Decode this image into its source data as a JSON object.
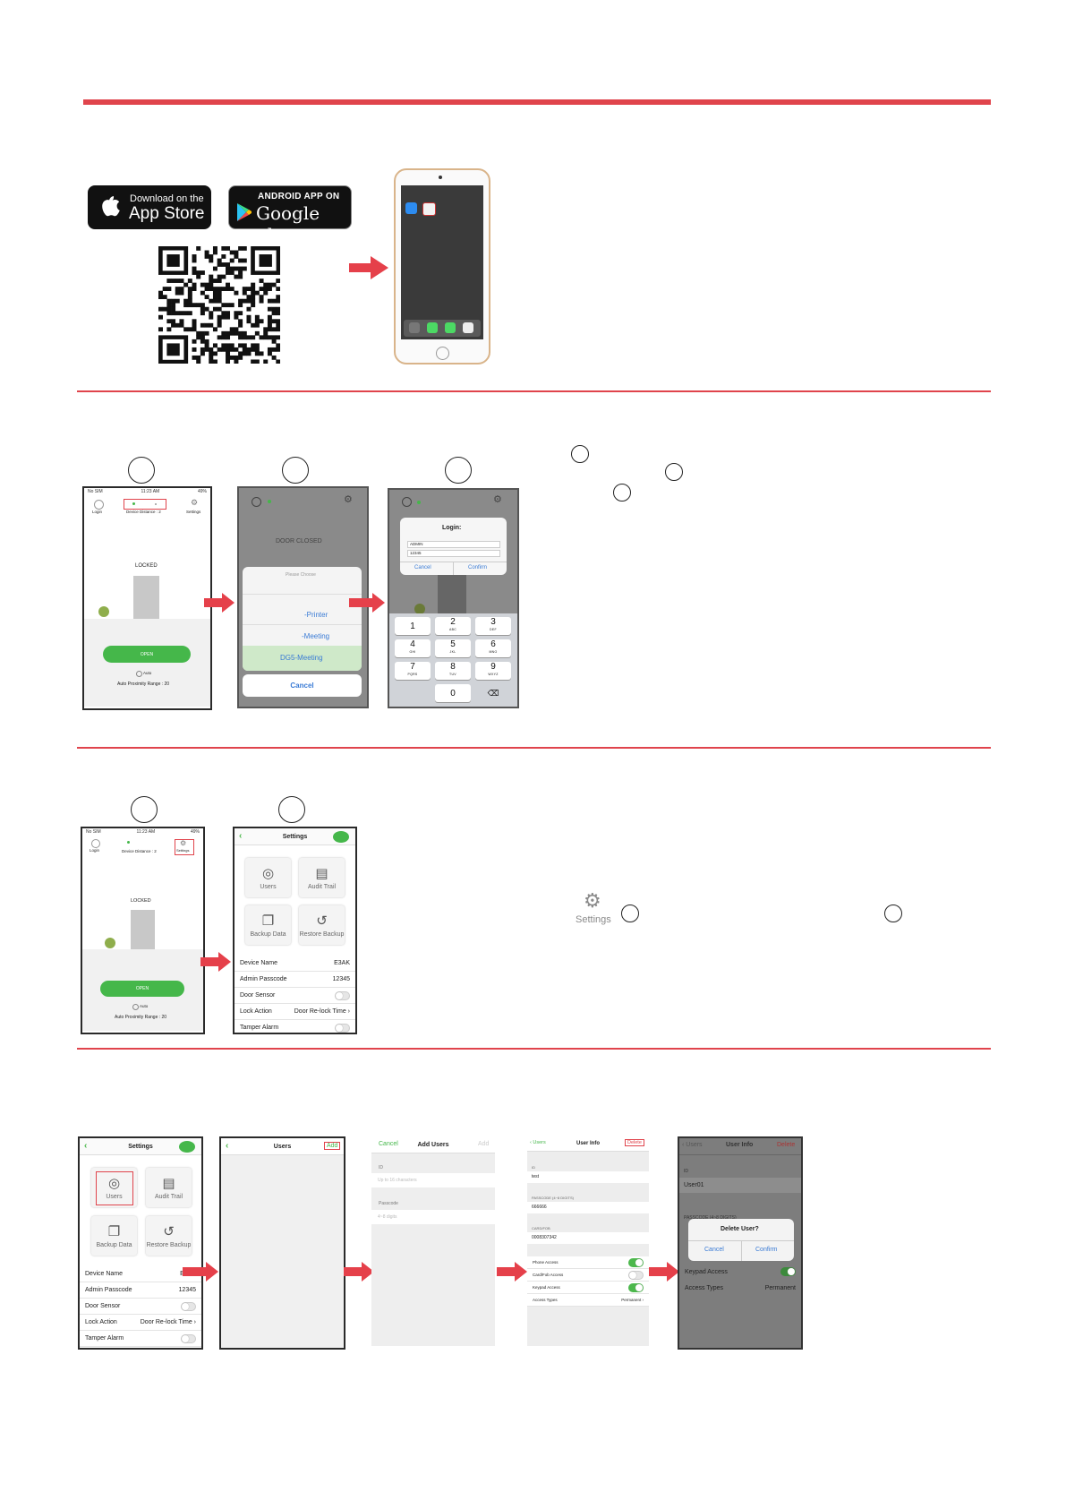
{
  "stores": {
    "apple_small": "Download on the",
    "apple_big": "App Store",
    "google_small": "ANDROID APP ON",
    "google_big": "Google play"
  },
  "colors": {
    "accent_red": "#e0444c",
    "green": "#45b74a",
    "ios_blue": "#3a7bd5"
  },
  "main_screen": {
    "login": "Login",
    "settings": "Settings",
    "device_distance": "Device Distance : 2",
    "locked": "LOCKED",
    "open": "OPEN",
    "auto": "Auto",
    "auto_range": "Auto Proximity Range : 20"
  },
  "choose_screen": {
    "login": "Login",
    "settings": "Settings",
    "door_closed": "DOOR CLOSED",
    "please_choose": "Please Choose",
    "options": [
      "-Printer",
      "-Meeting",
      "DG5-Meeting"
    ],
    "cancel": "Cancel"
  },
  "login_screen": {
    "title": "Login:",
    "user": "ADMIN",
    "pass": "12345",
    "cancel": "Cancel",
    "confirm": "Confirm",
    "keys": [
      {
        "n": "1",
        "l": ""
      },
      {
        "n": "2",
        "l": "ABC"
      },
      {
        "n": "3",
        "l": "DEF"
      },
      {
        "n": "4",
        "l": "GHI"
      },
      {
        "n": "5",
        "l": "JKL"
      },
      {
        "n": "6",
        "l": "MNO"
      },
      {
        "n": "7",
        "l": "PQRS"
      },
      {
        "n": "8",
        "l": "TUV"
      },
      {
        "n": "9",
        "l": "WXYZ"
      },
      {
        "n": "0",
        "l": ""
      }
    ]
  },
  "settings_screen": {
    "title": "Settings",
    "tiles": [
      "Users",
      "Audit Trail",
      "Backup Data",
      "Restore Backup"
    ],
    "device_name_label": "Device Name",
    "device_name_value": "E3AK",
    "admin_pass_label": "Admin Passcode",
    "admin_pass_value": "12345",
    "door_sensor": "Door Sensor",
    "lock_action": "Lock Action",
    "lock_action_value": "Door Re-lock Time",
    "tamper": "Tamper Alarm"
  },
  "settings_icon_label": "Settings",
  "users_screen": {
    "title": "Users",
    "add": "Add"
  },
  "add_users_screen": {
    "cancel": "Cancel",
    "title": "Add Users",
    "add": "Add",
    "id_label": "ID",
    "id_placeholder": "Up to 16 characters",
    "pass_label": "Passcode",
    "pass_placeholder": "4~8 digits"
  },
  "user_info_screen": {
    "back": "Users",
    "title": "User Info",
    "delete": "Delete",
    "id_label": "ID",
    "id_value": "test",
    "pass_label": "PASSCODE (4~8 DIGITS)",
    "pass_value": "666666",
    "card_label": "CARD/FOB",
    "card_value": "0008307342",
    "phone_access": "Phone Access",
    "card_access": "Card/Fob Access",
    "keypad_access": "Keypad Access",
    "access_types": "Access Types",
    "access_value": "Permanent"
  },
  "delete_screen": {
    "back": "Users",
    "title": "User Info",
    "delete": "Delete",
    "id_label": "ID",
    "id_value": "User01",
    "pass_label": "PASSCODE (4~8 DIGITS)",
    "dialog_title": "Delete User?",
    "cancel": "Cancel",
    "confirm": "Confirm",
    "keypad_access": "Keypad Access",
    "access_types": "Access Types",
    "access_value": "Permanent"
  }
}
